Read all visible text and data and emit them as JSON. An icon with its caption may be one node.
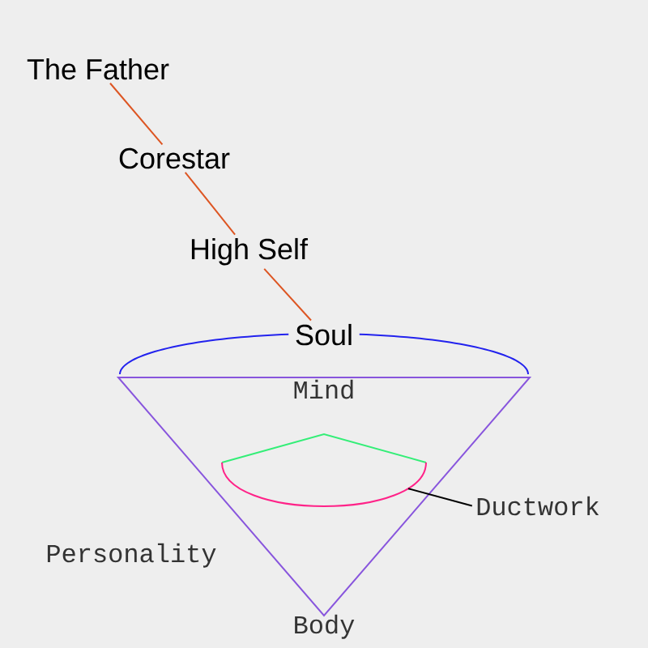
{
  "diagram": {
    "nodes": [
      {
        "text": [
          "The Father"
        ]
      },
      {
        "text": [
          "Corestar"
        ]
      },
      {
        "text": [
          "High Self"
        ]
      },
      {
        "text": [
          "Soul"
        ]
      },
      {
        "text": [
          "Mind"
        ],
        "beside": [
          "Body"
        ]
      },
      {
        "text": [],
        "shape": "bowl",
        "in": 4
      },
      {
        "text": [
          "Ductwork"
        ]
      }
    ],
    "edges": [
      {
        "from": 0,
        "to": 1,
        "arrow": "none"
      },
      {
        "from": 1,
        "to": 2,
        "arrow": "none"
      },
      {
        "from": 2,
        "to": 3,
        "arrow": "none"
      },
      {
        "from": 6,
        "to": 5,
        "arrow": "none",
        "color": "#000000"
      }
    ],
    "labels": [
      "Personality"
    ]
  }
}
